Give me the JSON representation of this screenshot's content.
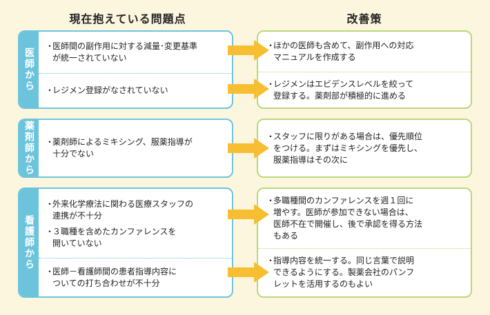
{
  "headers": {
    "current": "現在抱えている問題点",
    "improve": "改善策"
  },
  "bullet": "・",
  "groups": [
    {
      "side": "医師から",
      "problems": [
        [
          "医師間の副作用に対する減量･変更基準",
          "が統一されていない"
        ],
        [
          "レジメン登録がなされていない"
        ]
      ],
      "solutions": [
        [
          "ほかの医師も含めて、副作用への対応",
          "マニュアルを作成する"
        ],
        [
          "レジメンはエビデンスレベルを絞って",
          "登録する。薬剤部が積極的に進める"
        ]
      ]
    },
    {
      "side": "薬剤師から",
      "problems": [
        [
          "薬剤師によるミキシング、服薬指導が",
          "十分でない"
        ]
      ],
      "solutions": [
        [
          "スタッフに限りがある場合は、優先順位",
          "をつける。まずはミキシングを優先し、",
          "服薬指導はその次に"
        ]
      ]
    },
    {
      "side": "看護師から",
      "problems": [
        [
          "外来化学療法に関わる医療スタッフの",
          "連携が不十分"
        ],
        [
          "３職種を含めたカンファレンスを",
          "開いていない"
        ],
        [
          "医師－看護師間の患者指導内容に",
          "ついての打ち合わせが不十分"
        ]
      ],
      "solutions": [
        [
          "多職種間のカンファレンスを週１回に",
          "増やす。医師が参加できない場合は、",
          "医師不在で開催し、後で承認を得る方法",
          "もある"
        ],
        [
          "指導内容を統一する。同じ言葉で説明",
          "できるようにする。製薬会社のパンフ",
          "レットを活用するのもよい"
        ]
      ]
    }
  ],
  "colors": {
    "left_border": "#6cc4dc",
    "right_border": "#b8d87a",
    "arrow": "#f7be32",
    "background": "#fdf6df"
  }
}
